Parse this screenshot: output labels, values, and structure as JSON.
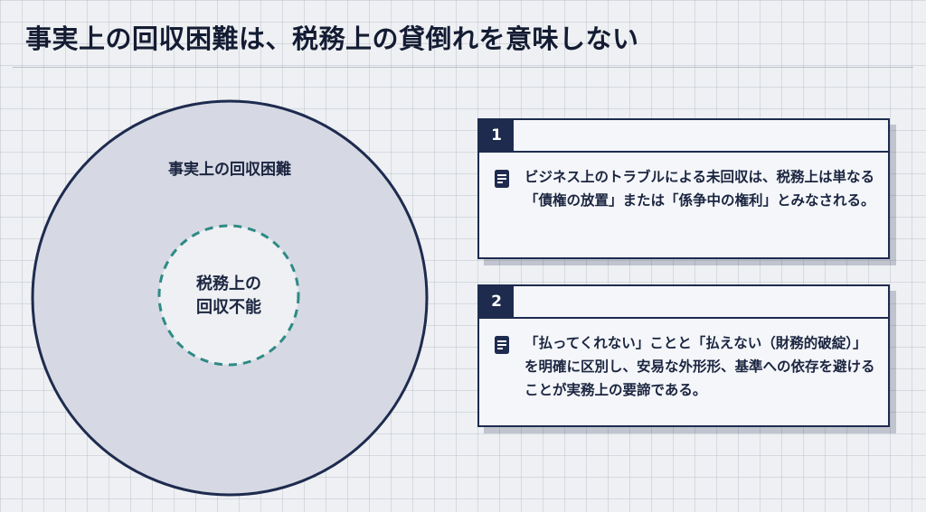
{
  "title": "事実上の回収困難は、税務上の貸倒れを意味しない",
  "diagram": {
    "outer_label": "事実上の回収困難",
    "inner_label_line1": "税務上の",
    "inner_label_line2": "回収不能",
    "colors": {
      "outer_fill": "#d6d9e3",
      "outer_stroke": "#1e2b4f",
      "inner_fill": "#eef0f3",
      "inner_stroke": "#2e8a85"
    }
  },
  "cards": [
    {
      "number": "1",
      "icon": "note-icon",
      "text": "ビジネス上のトラブルによる未回収は、税務上は単なる「債権の放置」または「係争中の権利」とみなされる。"
    },
    {
      "number": "2",
      "icon": "note-icon",
      "text_lines": [
        "「払ってくれない」ことと「払えない（財務的破綻）」",
        "を明確に区別し、安易な外形形、基準への依存を避けることが実務上の要諦である。"
      ]
    }
  ]
}
